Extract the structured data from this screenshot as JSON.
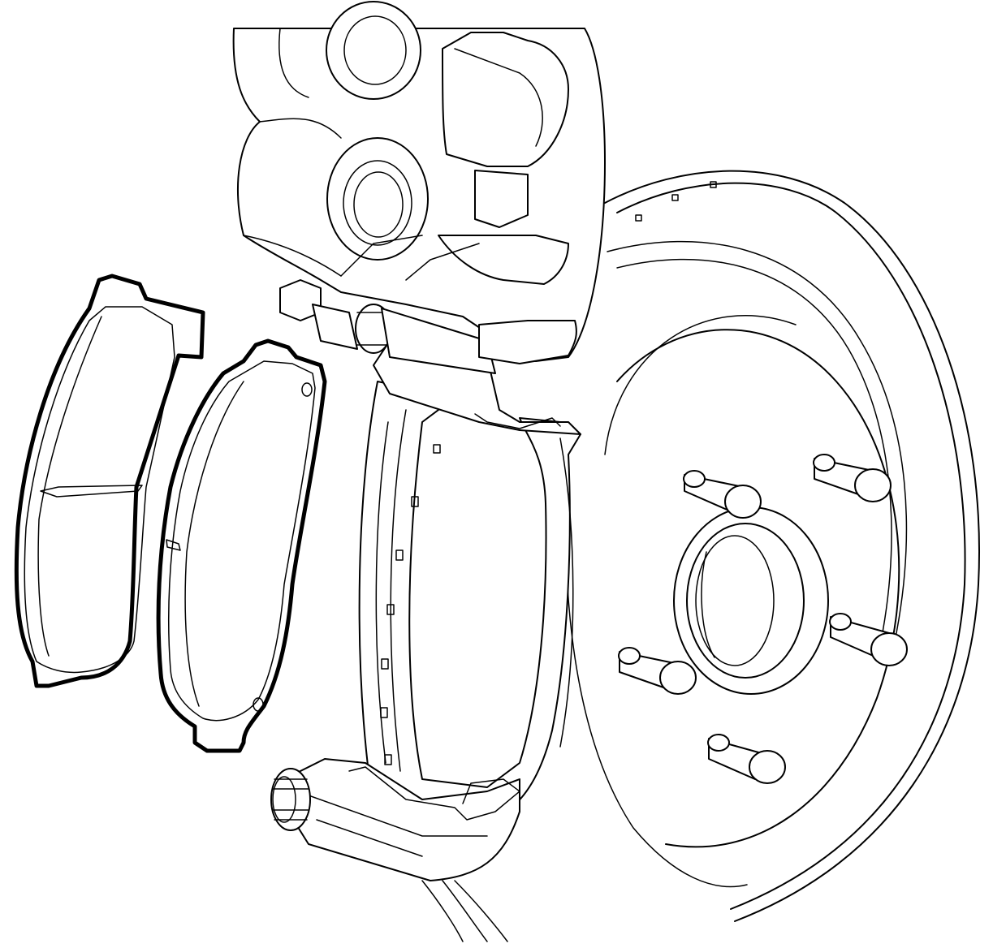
{
  "diagram": {
    "colors": {
      "line": "#000000",
      "background": "#ffffff"
    },
    "parts": [
      "brake-rotor",
      "wheel-hub",
      "wheel-studs",
      "caliper-housing",
      "caliper-bracket",
      "guide-pins",
      "abutment-clips",
      "outboard-brake-pad",
      "inboard-brake-pad"
    ]
  }
}
